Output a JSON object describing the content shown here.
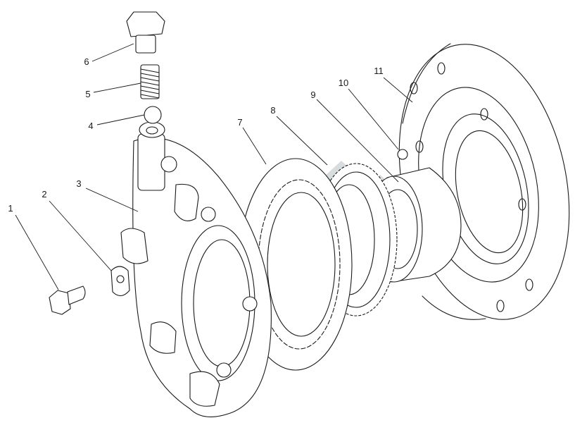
{
  "callouts": {
    "c1": "1",
    "c2": "2",
    "c3": "3",
    "c4": "4",
    "c5": "5",
    "c6": "6",
    "c7": "7",
    "c8": "8",
    "c9": "9",
    "c10": "10",
    "c11": "11"
  },
  "colors": {
    "line": "#1a1a1a",
    "watermark": "#b8c2c6",
    "background": "#ffffff"
  }
}
